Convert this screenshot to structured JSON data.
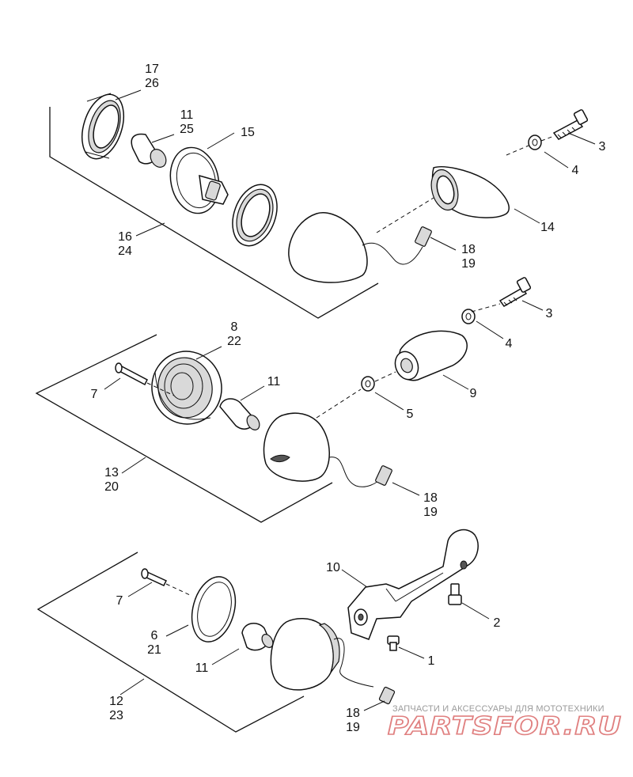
{
  "callouts": {
    "c17_26": [
      "17",
      "26"
    ],
    "c11_25": [
      "11",
      "25"
    ],
    "c15": [
      "15"
    ],
    "c3a": [
      "3"
    ],
    "c4a": [
      "4"
    ],
    "c14": [
      "14"
    ],
    "c18_19a": [
      "18",
      "19"
    ],
    "c16_24": [
      "16",
      "24"
    ],
    "c8_22": [
      "8",
      "22"
    ],
    "c3b": [
      "3"
    ],
    "c4b": [
      "4"
    ],
    "c7a": [
      "7"
    ],
    "c11b": [
      "11"
    ],
    "c9": [
      "9"
    ],
    "c5": [
      "5"
    ],
    "c13_20": [
      "13",
      "20"
    ],
    "c18_19b": [
      "18",
      "19"
    ],
    "c10": [
      "10"
    ],
    "c7b": [
      "7"
    ],
    "c2": [
      "2"
    ],
    "c6_21": [
      "6",
      "21"
    ],
    "c1": [
      "1"
    ],
    "c11c": [
      "11"
    ],
    "c12_23": [
      "12",
      "23"
    ],
    "c18_19c": [
      "18",
      "19"
    ]
  },
  "watermark": {
    "tagline": "ЗАПЧАСТИ И АКСЕССУАРЫ ДЛЯ МОТОТЕХНИКИ",
    "site": "PARTSFOR.RU"
  },
  "colors": {
    "line": "#111111",
    "watermark_tagline": "#9a9a9a",
    "watermark_site": "#e08080"
  }
}
